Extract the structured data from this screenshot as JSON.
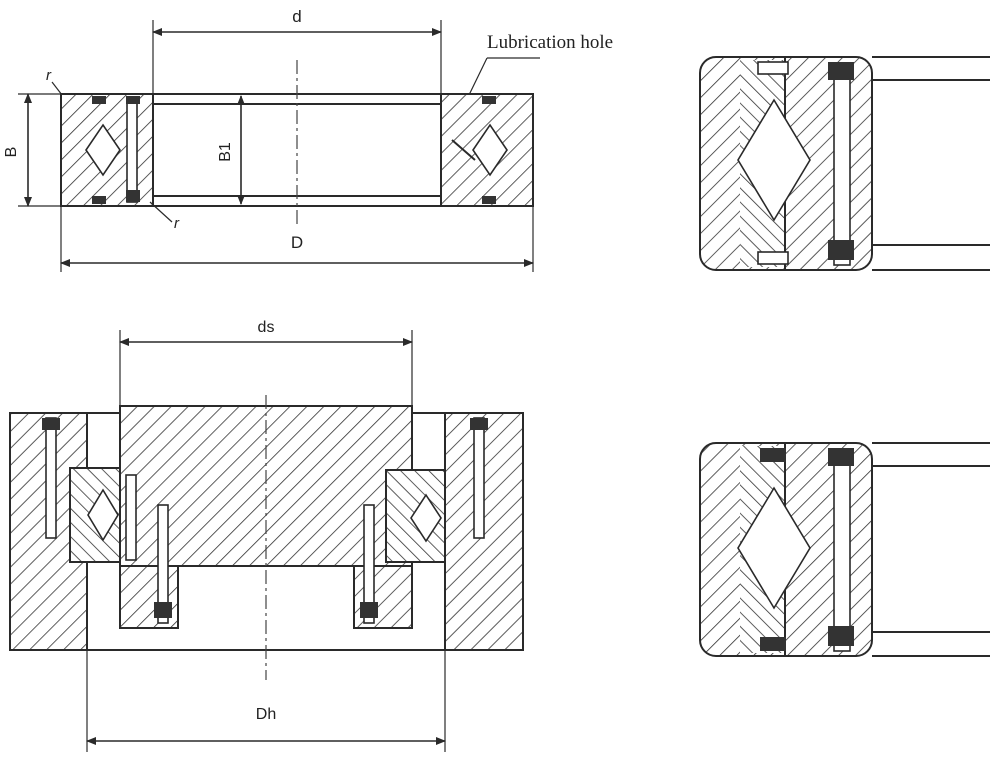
{
  "labels": {
    "lubrication_hole": "Lubrication hole",
    "d": "d",
    "B": "B",
    "B1": "B1",
    "D": "D",
    "r_top": "r",
    "r_bottom": "r",
    "ds": "ds",
    "Dh": "Dh"
  },
  "colors": {
    "line": "#2a2a2a",
    "background": "#ffffff"
  }
}
